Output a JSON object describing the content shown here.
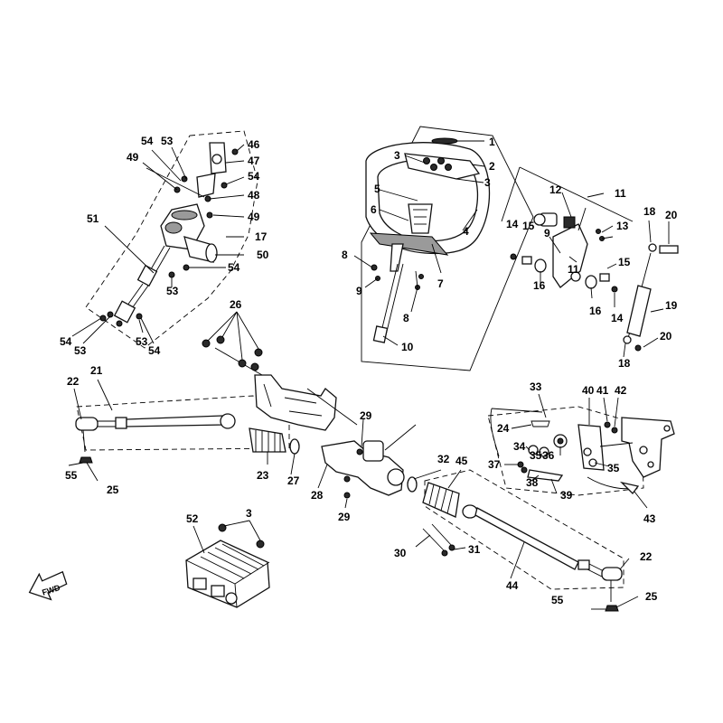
{
  "figure": {
    "callouts": [
      {
        "id": "c1",
        "text": "1"
      },
      {
        "id": "c2",
        "text": "2"
      },
      {
        "id": "c3a",
        "text": "3"
      },
      {
        "id": "c3b",
        "text": "3"
      },
      {
        "id": "c4",
        "text": "4"
      },
      {
        "id": "c5",
        "text": "5"
      },
      {
        "id": "c6",
        "text": "6"
      },
      {
        "id": "c7",
        "text": "7"
      },
      {
        "id": "c8a",
        "text": "8"
      },
      {
        "id": "c8b",
        "text": "8"
      },
      {
        "id": "c9a",
        "text": "9"
      },
      {
        "id": "c10",
        "text": "10"
      },
      {
        "id": "c11a",
        "text": "11"
      },
      {
        "id": "c12",
        "text": "12"
      },
      {
        "id": "c13",
        "text": "13"
      },
      {
        "id": "c14a",
        "text": "14"
      },
      {
        "id": "c15a",
        "text": "15"
      },
      {
        "id": "c9b",
        "text": "9"
      },
      {
        "id": "c11b",
        "text": "11"
      },
      {
        "id": "c16a",
        "text": "16"
      },
      {
        "id": "c15b",
        "text": "15"
      },
      {
        "id": "c16b",
        "text": "16"
      },
      {
        "id": "c14b",
        "text": "14"
      },
      {
        "id": "c18a",
        "text": "18"
      },
      {
        "id": "c20a",
        "text": "20"
      },
      {
        "id": "c19",
        "text": "19"
      },
      {
        "id": "c20b",
        "text": "20"
      },
      {
        "id": "c18b",
        "text": "18"
      },
      {
        "id": "c46",
        "text": "46"
      },
      {
        "id": "c47",
        "text": "47"
      },
      {
        "id": "c54a",
        "text": "54"
      },
      {
        "id": "c53a",
        "text": "53"
      },
      {
        "id": "c49a",
        "text": "49"
      },
      {
        "id": "c54b",
        "text": "54"
      },
      {
        "id": "c48",
        "text": "48"
      },
      {
        "id": "c49b",
        "text": "49"
      },
      {
        "id": "c51",
        "text": "51"
      },
      {
        "id": "c17",
        "text": "17"
      },
      {
        "id": "c50",
        "text": "50"
      },
      {
        "id": "c54c",
        "text": "54"
      },
      {
        "id": "c53b",
        "text": "53"
      },
      {
        "id": "c54d",
        "text": "54"
      },
      {
        "id": "c53c",
        "text": "53"
      },
      {
        "id": "c53d",
        "text": "53"
      },
      {
        "id": "c54e",
        "text": "54"
      },
      {
        "id": "c26",
        "text": "26"
      },
      {
        "id": "c22a",
        "text": "22"
      },
      {
        "id": "c21",
        "text": "21"
      },
      {
        "id": "c29a",
        "text": "29"
      },
      {
        "id": "c33",
        "text": "33"
      },
      {
        "id": "c40",
        "text": "40"
      },
      {
        "id": "c41",
        "text": "41"
      },
      {
        "id": "c42",
        "text": "42"
      },
      {
        "id": "c24",
        "text": "24"
      },
      {
        "id": "c34",
        "text": "34"
      },
      {
        "id": "c35a",
        "text": "35"
      },
      {
        "id": "c36",
        "text": "36"
      },
      {
        "id": "c35b",
        "text": "35"
      },
      {
        "id": "c37",
        "text": "37"
      },
      {
        "id": "c38",
        "text": "38"
      },
      {
        "id": "c39",
        "text": "39"
      },
      {
        "id": "c43",
        "text": "43"
      },
      {
        "id": "c55a",
        "text": "55"
      },
      {
        "id": "c25a",
        "text": "25"
      },
      {
        "id": "c23",
        "text": "23"
      },
      {
        "id": "c27",
        "text": "27"
      },
      {
        "id": "c28",
        "text": "28"
      },
      {
        "id": "c29b",
        "text": "29"
      },
      {
        "id": "c32",
        "text": "32"
      },
      {
        "id": "c45",
        "text": "45"
      },
      {
        "id": "c52",
        "text": "52"
      },
      {
        "id": "c3c",
        "text": "3"
      },
      {
        "id": "c30",
        "text": "30"
      },
      {
        "id": "c31",
        "text": "31"
      },
      {
        "id": "c44",
        "text": "44"
      },
      {
        "id": "c22b",
        "text": "22"
      },
      {
        "id": "c55b",
        "text": "55"
      },
      {
        "id": "c25b",
        "text": "25"
      }
    ],
    "fwd_label": "FWD"
  }
}
